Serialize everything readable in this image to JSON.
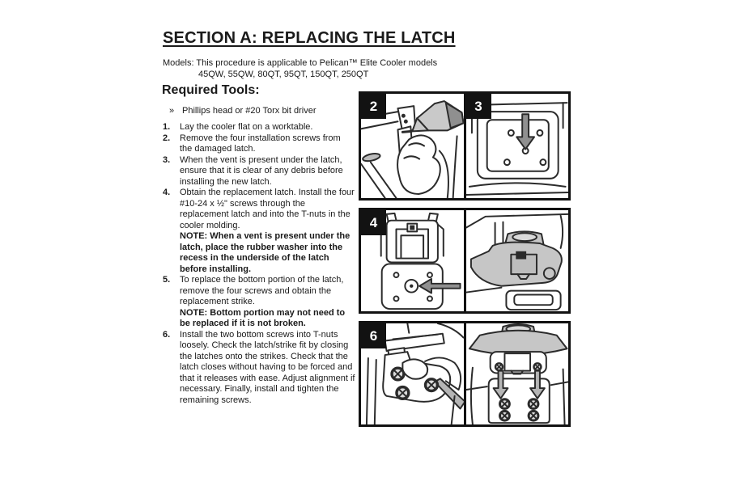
{
  "colors": {
    "ink": "#1a1a1a",
    "panel_border": "#121212",
    "badge_bg": "#121212",
    "badge_text": "#ffffff",
    "illustration_gray": "#c6c6c6"
  },
  "header": {
    "title": "SECTION A: REPLACING THE LATCH",
    "models_line1": "Models: This procedure is applicable to Pelican™ Elite Cooler models",
    "models_line2": "45QW, 55QW, 80QT, 95QT, 150QT, 250QT"
  },
  "required_tools": {
    "heading": "Required Tools:",
    "items": [
      {
        "bullet": "»",
        "text": "Phillips head or #20 Torx bit driver"
      }
    ]
  },
  "steps": [
    {
      "num": "1.",
      "text": "Lay the cooler flat on a worktable."
    },
    {
      "num": "2.",
      "text": "Remove the four installation screws from the damaged latch."
    },
    {
      "num": "3.",
      "text": "When the vent is present under the latch, ensure that it is clear of any debris before installing the new latch."
    },
    {
      "num": "4.",
      "text": "Obtain the replacement latch. Install the four #10-24 x ½\" screws through the replacement latch and into the T-nuts in the cooler molding.",
      "note": "NOTE: When a vent is present under the latch, place the rubber washer into the recess in the underside of the latch before installing."
    },
    {
      "num": "5.",
      "text": "To replace the bottom portion of the latch, remove the four screws and obtain the replacement strike.",
      "note": "NOTE: Bottom portion may not need to be replaced if it is not broken."
    },
    {
      "num": "6.",
      "text": "Install the two bottom screws into T-nuts loosely. Check the latch/strike fit by closing the latches onto the strikes. Check that the latch closes without having to be forced and that it releases with ease. Adjust alignment if necessary. Finally, install and tighten the remaining screws."
    }
  ],
  "figures": {
    "panel2_badge": "2",
    "panel3_badge": "3",
    "panel4_badge": "4",
    "panel6_badge": "6"
  }
}
